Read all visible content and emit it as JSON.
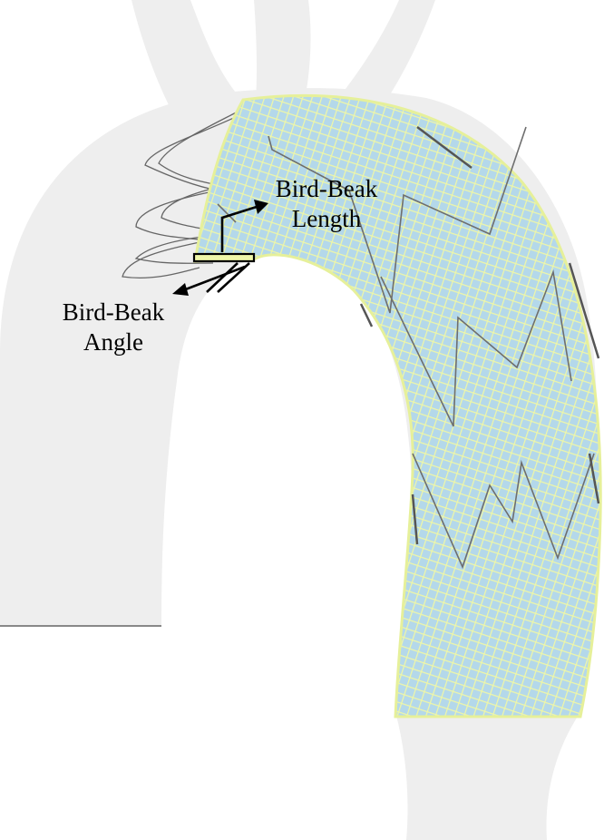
{
  "annotations": {
    "bird_beak_length": [
      "Bird-Beak",
      "Length"
    ],
    "bird_beak_angle": [
      "Bird-Beak",
      "Angle"
    ]
  },
  "colors": {
    "background": "#ffffff",
    "aorta": "#eeeeee",
    "stent_graft_mesh": "#b4d8ea",
    "mesh_lines": "#eef6a8",
    "stent_struts": "#6e6e6e",
    "arrows": "#000000"
  }
}
